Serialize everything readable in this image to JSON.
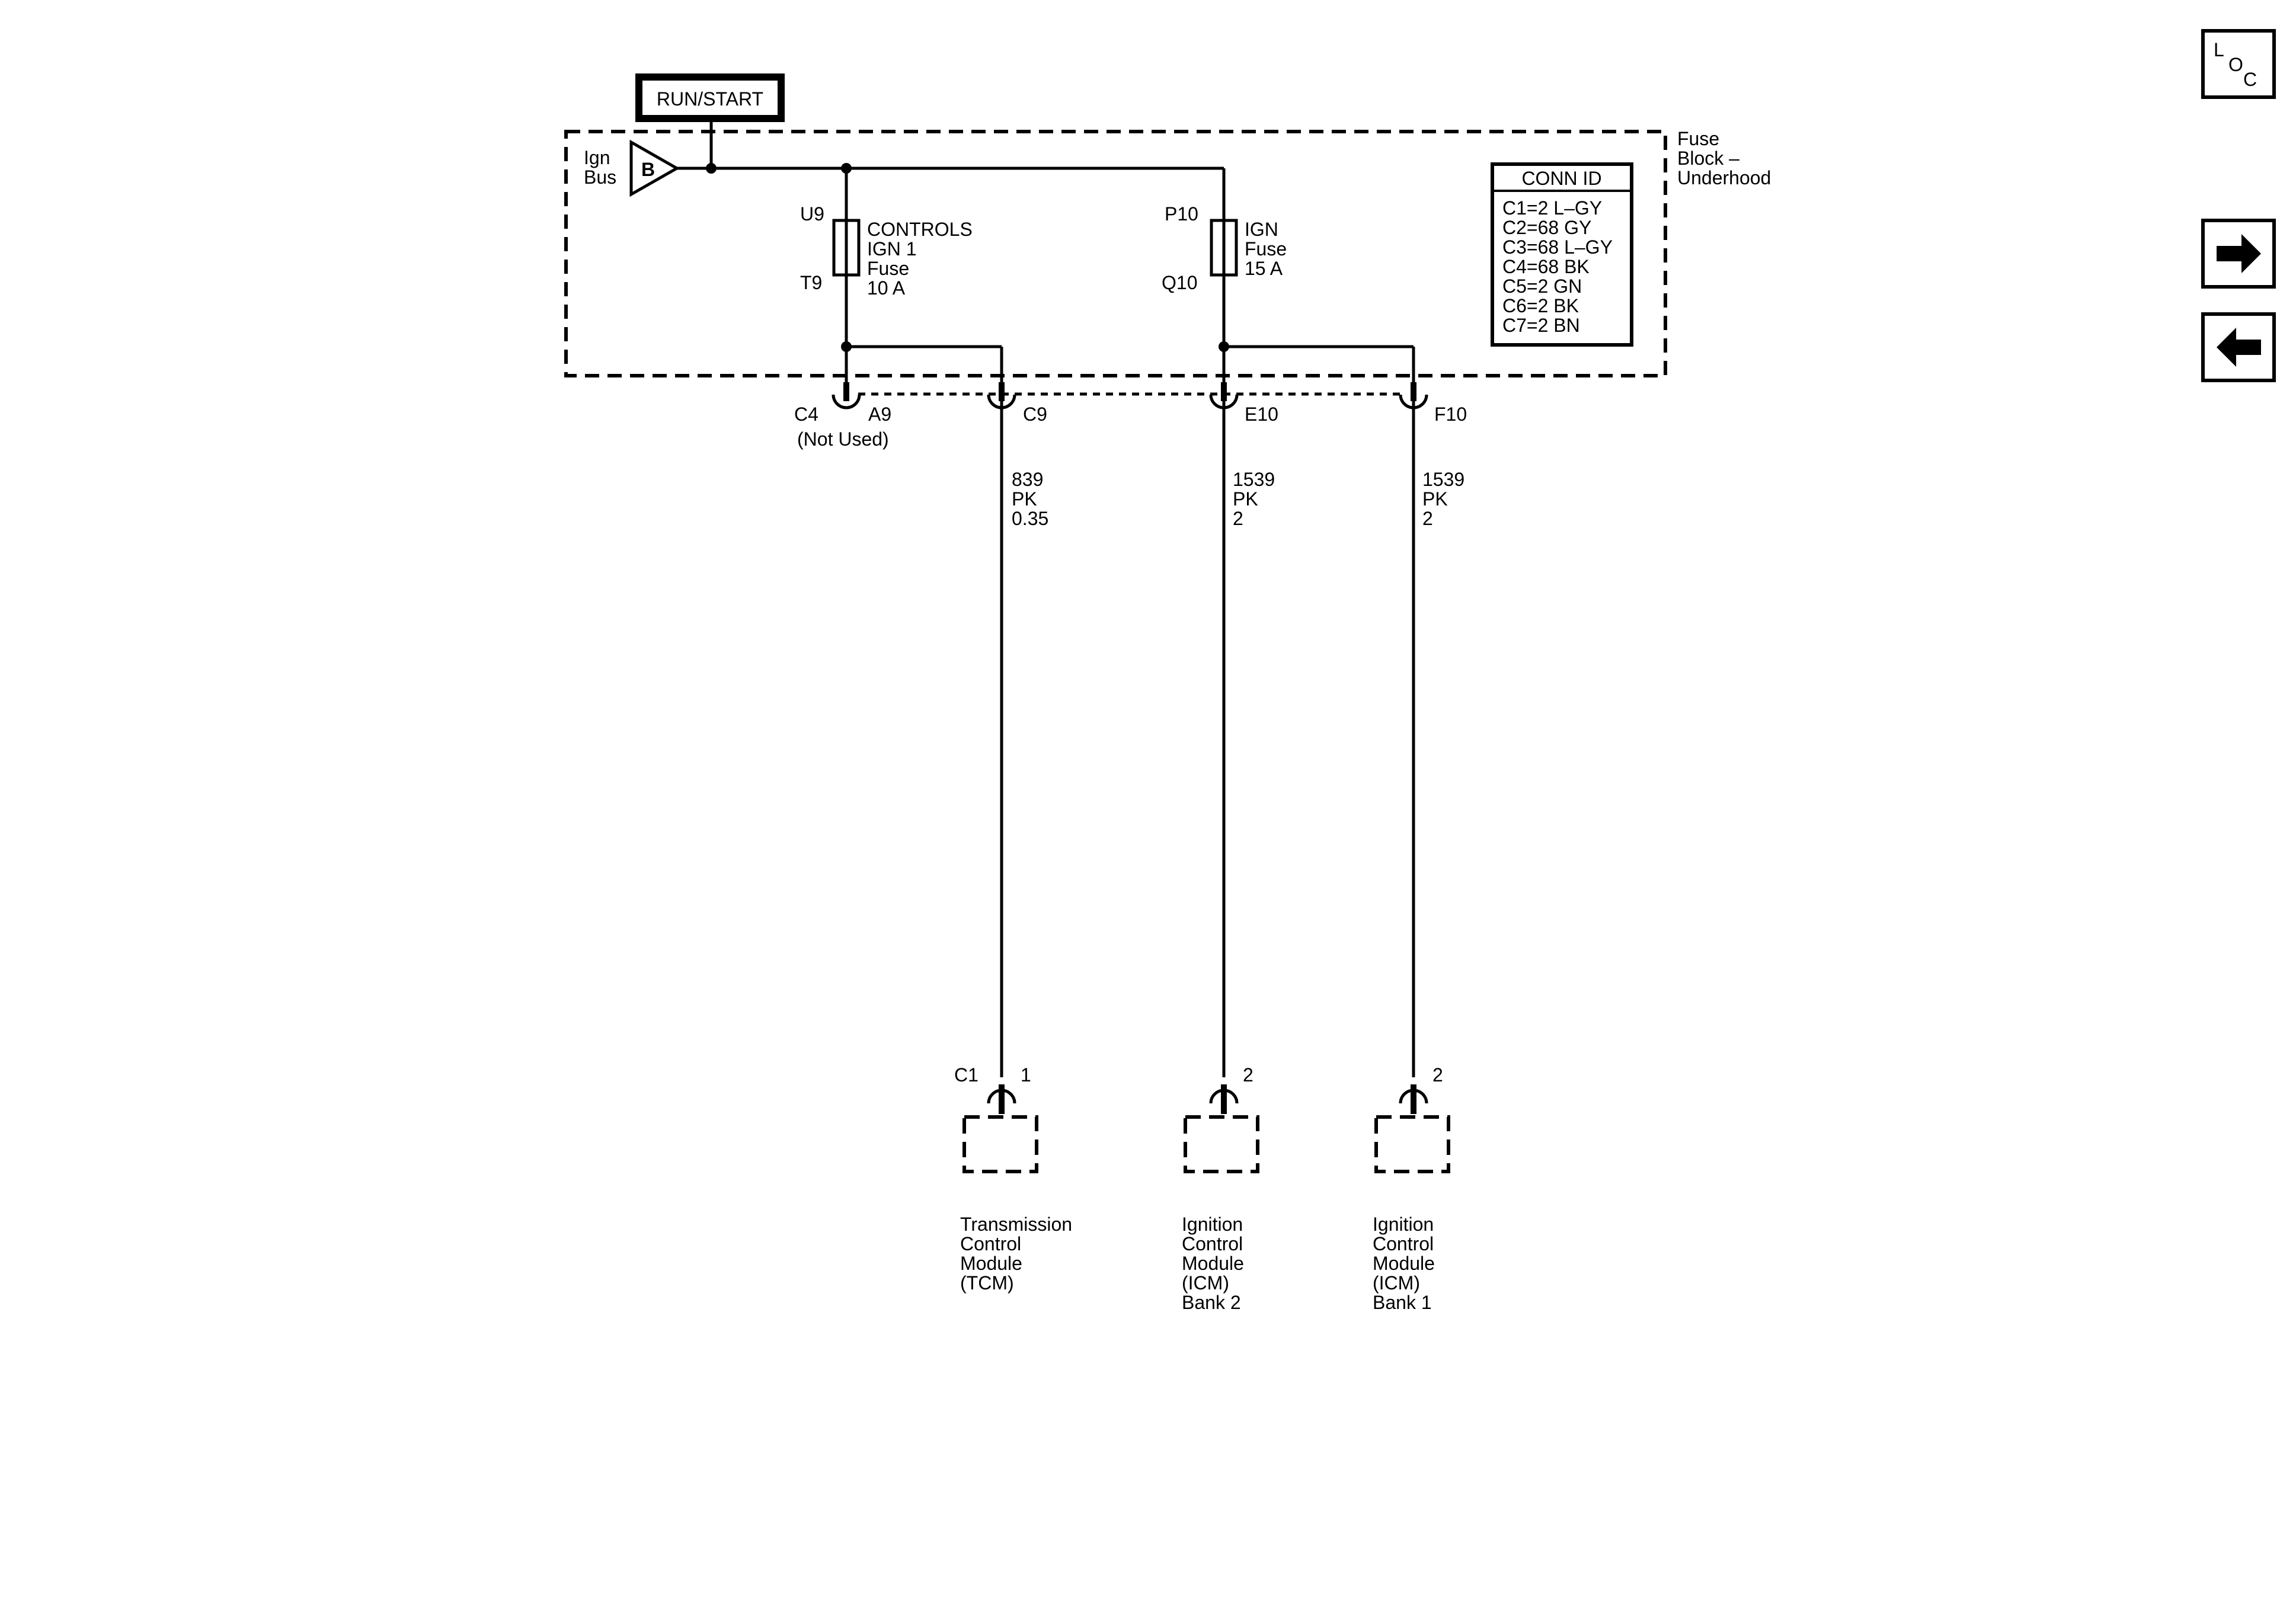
{
  "power_label": "RUN/START",
  "bus": {
    "line1": "Ign",
    "line2": "Bus",
    "symbol_letter": "B"
  },
  "fuse_block": {
    "line1": "Fuse",
    "line2": "Block –",
    "line3": "Underhood"
  },
  "fuses": [
    {
      "top_terminal": "U9",
      "bottom_terminal": "T9",
      "lines": [
        "CONTROLS",
        "IGN 1",
        "Fuse",
        "10 A"
      ]
    },
    {
      "top_terminal": "P10",
      "bottom_terminal": "Q10",
      "lines": [
        "IGN",
        "Fuse",
        "15 A"
      ]
    }
  ],
  "conn_id": {
    "title": "CONN ID",
    "rows": [
      "C1=2 L–GY",
      "C2=68 GY",
      "C3=68 L–GY",
      "C4=68 BK",
      "C5=2 GN",
      "C6=2 BK",
      "C7=2 BN"
    ]
  },
  "fuse_block_pins": {
    "c4_label": "C4",
    "a9_label": "A9",
    "not_used": "(Not Used)",
    "c9_label": "C9",
    "e10_label": "E10",
    "f10_label": "F10"
  },
  "wires": [
    {
      "circuit": "839",
      "color": "PK",
      "gauge": "0.35"
    },
    {
      "circuit": "1539",
      "color": "PK",
      "gauge": "2"
    },
    {
      "circuit": "1539",
      "color": "PK",
      "gauge": "2"
    }
  ],
  "components": [
    {
      "connector": "C1",
      "pin": "1",
      "name_lines": [
        "Transmission",
        "Control",
        "Module",
        "(TCM)"
      ]
    },
    {
      "connector": "",
      "pin": "2",
      "name_lines": [
        "Ignition",
        "Control",
        "Module",
        "(ICM)",
        "Bank 2"
      ]
    },
    {
      "connector": "",
      "pin": "2",
      "name_lines": [
        "Ignition",
        "Control",
        "Module",
        "(ICM)",
        "Bank 1"
      ]
    }
  ],
  "nav": {
    "loc_letters": [
      "L",
      "O",
      "C"
    ],
    "next_icon": "arrow-right-icon",
    "prev_icon": "arrow-left-icon"
  }
}
